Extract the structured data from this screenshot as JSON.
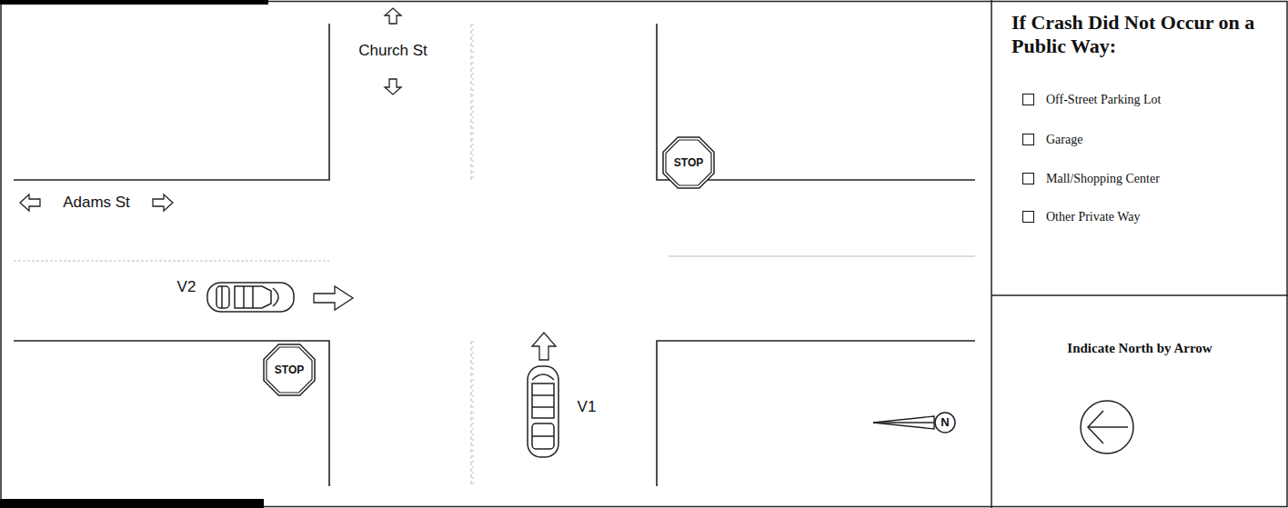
{
  "diagram": {
    "nodes": [
      {
        "text": [
          "If Crash Did Not Occur on a Public Way:",
          "Off-Street Parking Lot",
          "Garage",
          "Mall/Shopping Center",
          "Other Private Way"
        ]
      },
      {
        "text": [
          "Indicate North by Arrow"
        ]
      },
      {
        "text": [
          "STOP"
        ]
      },
      {
        "text": [
          "STOP"
        ]
      },
      {
        "text": [
          "N"
        ]
      }
    ],
    "labels": [
      "Church St",
      "Adams St",
      "V2",
      "V1"
    ]
  }
}
